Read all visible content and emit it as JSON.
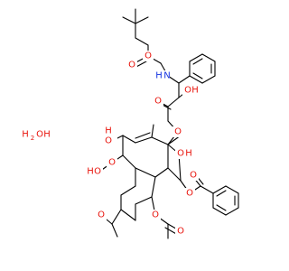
{
  "molecule": {
    "colors": {
      "bond": "#000000",
      "oxygen": "#e8130b",
      "nitrogen": "#1030e0",
      "carbon": "#000000"
    },
    "labels": {
      "water_h2": "H",
      "water_2": "2",
      "water_o": "O",
      "boc_o_ether": "O",
      "boc_o_carbonyl": "O",
      "nh_n": "N",
      "nh_h": "H",
      "side_oh_h": "H",
      "side_oh_o": "O",
      "ester_o_carbonyl": "O",
      "ester_o_link": "O",
      "c10_oh_o": "O",
      "c10_oh_h": "H",
      "ketone_o": "O",
      "c1_oh_h": "H",
      "c1_oh_o": "O",
      "c7_oh_h": "H",
      "c7_oh_o": "O",
      "benzoate_o_link": "O",
      "benzoate_o_carbonyl": "O",
      "acetate_o_link": "O",
      "acetate_o_carbonyl": "O",
      "oxetane_o": "O"
    }
  }
}
